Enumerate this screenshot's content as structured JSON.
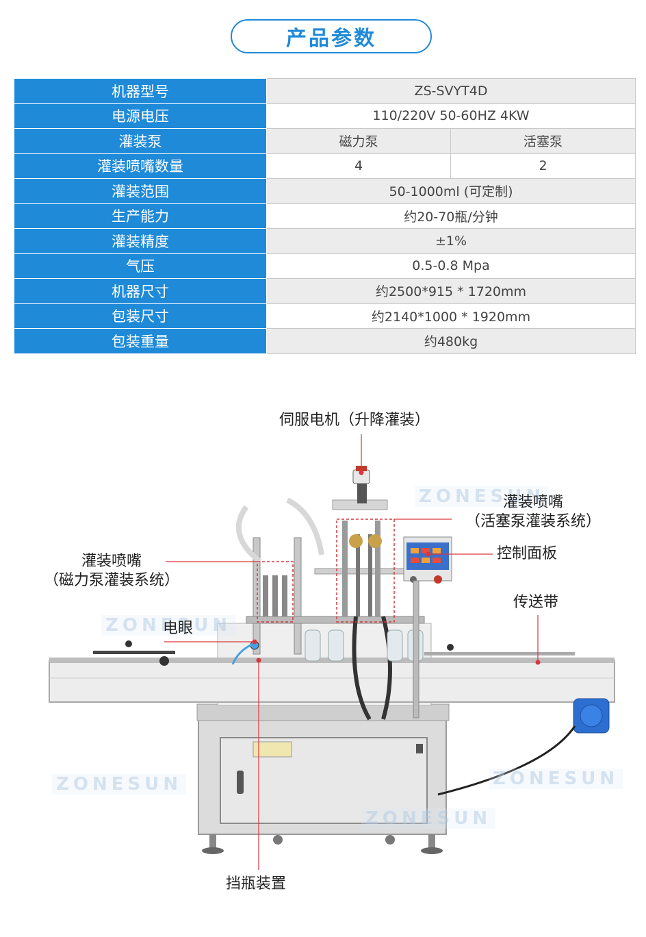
{
  "title": "产品参数",
  "specs": [
    {
      "label": "机器型号",
      "value": "ZS-SVYT4D"
    },
    {
      "label": "电源电压",
      "value": "110/220V 50-60HZ 4KW"
    },
    {
      "label": "灌装泵",
      "values": [
        "磁力泵",
        "活塞泵"
      ]
    },
    {
      "label": "灌装喷嘴数量",
      "values": [
        "4",
        "2"
      ]
    },
    {
      "label": "灌装范围",
      "value": "50-1000ml (可定制)"
    },
    {
      "label": "生产能力",
      "value": "约20-70瓶/分钟"
    },
    {
      "label": "灌装精度",
      "value": "±1%"
    },
    {
      "label": "气压",
      "value": "0.5-0.8 Mpa"
    },
    {
      "label": "机器尺寸",
      "value": "约2500*915 * 1720mm"
    },
    {
      "label": "包装尺寸",
      "value": "约2140*1000 * 1920mm"
    },
    {
      "label": "包装重量",
      "value": "约480kg"
    }
  ],
  "callouts": {
    "servo_motor": "伺服电机（升降灌装）",
    "piston_nozzle_line1": "灌装喷嘴",
    "piston_nozzle_line2": "（活塞泵灌装系统）",
    "control_panel": "控制面板",
    "magnetic_nozzle_line1": "灌装喷嘴",
    "magnetic_nozzle_line2": "（磁力泵灌装系统）",
    "conveyor": "传送带",
    "photo_eye": "电眼",
    "bottle_stopper": "挡瓶装置"
  },
  "watermark": "ZONESUN",
  "colors": {
    "accent": "#1e8ad8",
    "leader": "#d9363e"
  }
}
